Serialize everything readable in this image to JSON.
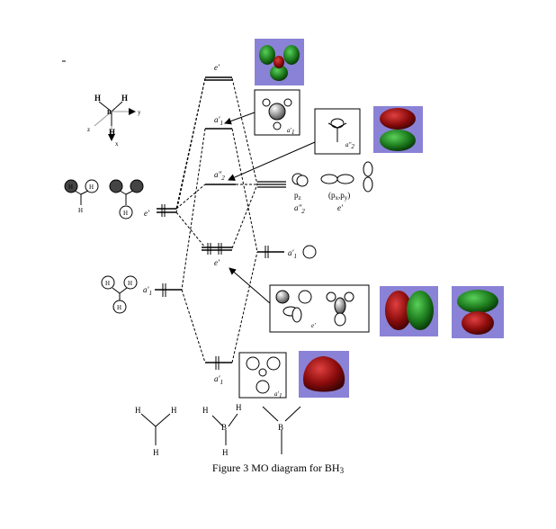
{
  "caption": {
    "prefix": "Figure 3 MO diagram for BH",
    "subscript": "3"
  },
  "labels": {
    "e_prime": "e′",
    "a1_prime": "a′",
    "a1_sub": "1",
    "a2_double_prime": "a″",
    "a2_sub": "2",
    "pz": "p",
    "pz_sub": "z",
    "pxpy": "(p",
    "pxpy_rest": ",p",
    "x": "x",
    "y": "y",
    "close_paren": ")",
    "H": "H",
    "B": "B",
    "axis_x": "x",
    "axis_y": "y",
    "axis_z": "z"
  },
  "colors": {
    "orbital_red": "#8b0c0c",
    "orbital_green": "#1c7a1c",
    "render_bg": "#8a82d6",
    "line": "#000000"
  },
  "icons": [
    "arrow-icon",
    "orbital-render",
    "orbital-sketch"
  ]
}
